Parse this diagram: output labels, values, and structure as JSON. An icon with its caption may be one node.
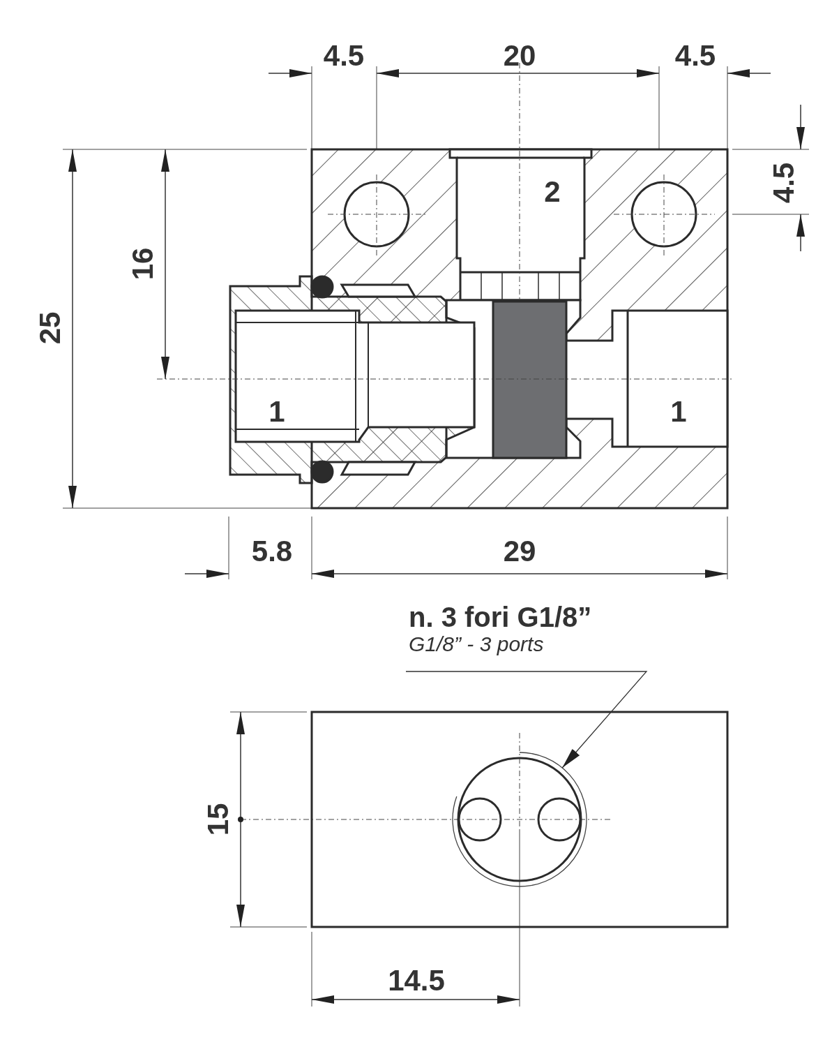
{
  "diagram": {
    "nodes": [
      {
        "text": [
          "n. 3 fori G1/8”",
          "G1/8” - 3 ports"
        ]
      },
      {
        "text": [],
        "shape": "circle"
      }
    ],
    "edges": [
      {
        "from": 0,
        "to": 1,
        "arrow": "to"
      }
    ],
    "labels": [
      "4.5",
      "20",
      "4.5",
      "4.5",
      "16",
      "25",
      "2",
      "1",
      "1",
      "5.8",
      "29",
      "15",
      "14.5"
    ]
  }
}
